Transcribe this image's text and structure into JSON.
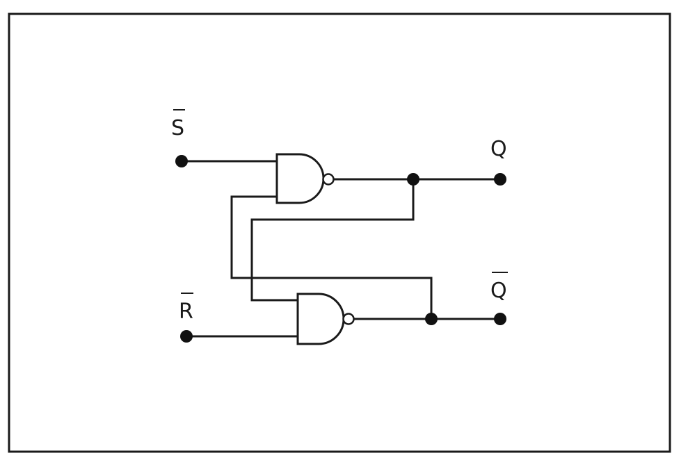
{
  "diagram": {
    "inputs": {
      "set_bar": "S",
      "reset_bar": "R"
    },
    "outputs": {
      "q": "Q",
      "q_bar": "Q"
    },
    "colors": {
      "line": "#1a1a1a",
      "background": "#ffffff"
    }
  }
}
